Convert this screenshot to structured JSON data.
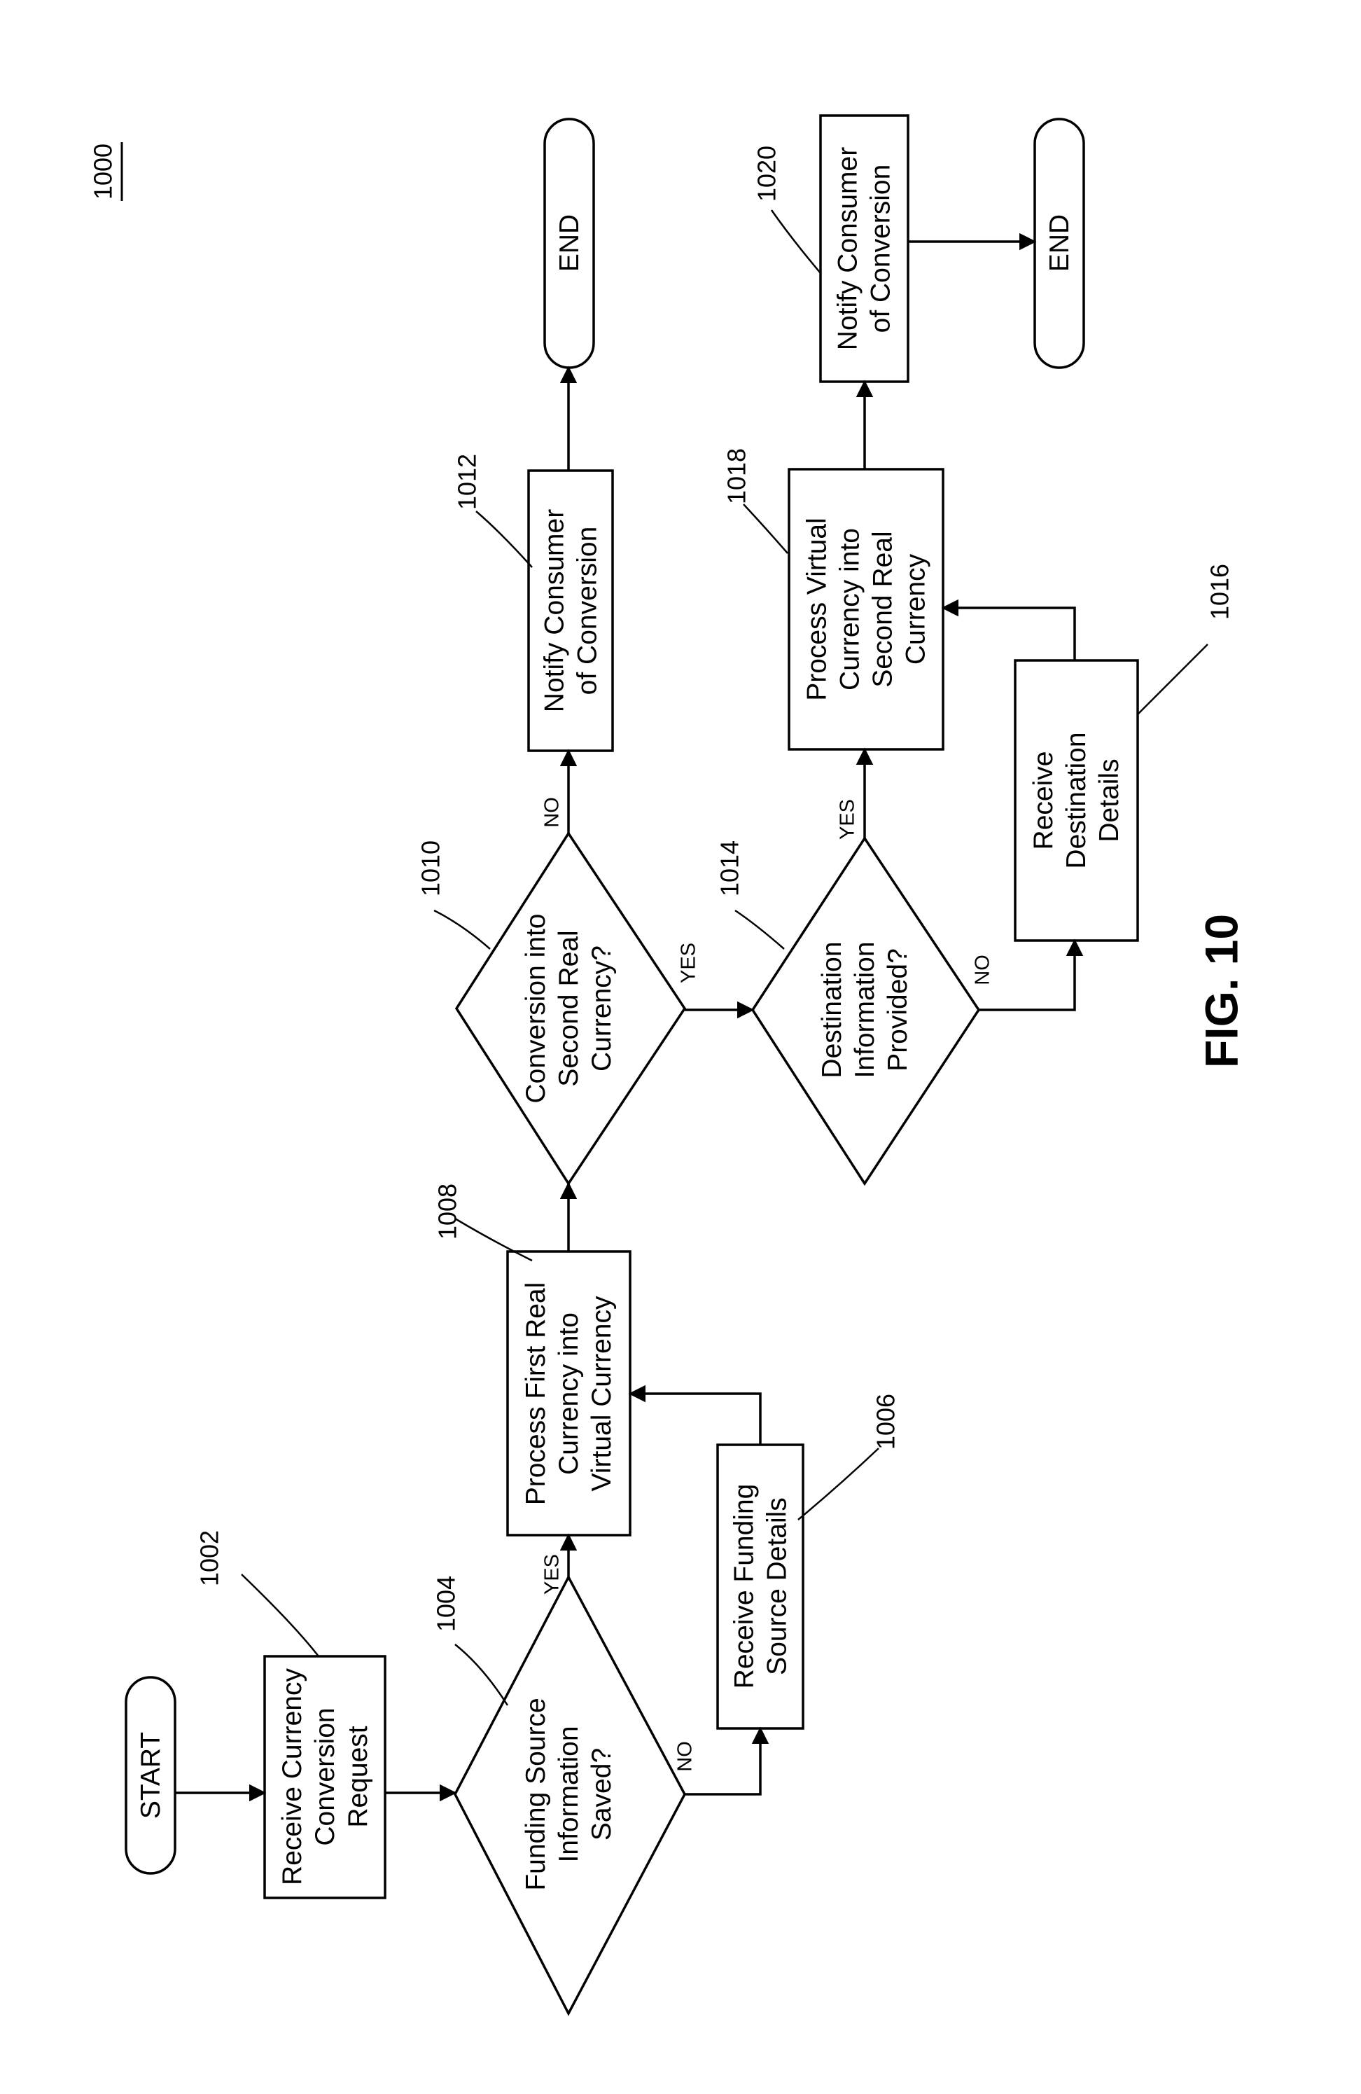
{
  "figure": {
    "number": "1000",
    "caption": "FIG. 10"
  },
  "nodes": {
    "start": {
      "lines": [
        "START"
      ]
    },
    "n1002": {
      "ref": "1002",
      "lines": [
        "Receive Currency",
        "Conversion",
        "Request"
      ]
    },
    "n1004": {
      "ref": "1004",
      "lines": [
        "Funding Source",
        "Information",
        "Saved?"
      ]
    },
    "n1006": {
      "ref": "1006",
      "lines": [
        "Receive Funding",
        "Source Details"
      ]
    },
    "n1008": {
      "ref": "1008",
      "lines": [
        "Process First Real",
        "Currency into",
        "Virtual Currency"
      ]
    },
    "n1010": {
      "ref": "1010",
      "lines": [
        "Conversion into",
        "Second Real",
        "Currency?"
      ]
    },
    "n1012": {
      "ref": "1012",
      "lines": [
        "Notify Consumer",
        "of Conversion"
      ]
    },
    "end1": {
      "lines": [
        "END"
      ]
    },
    "n1014": {
      "ref": "1014",
      "lines": [
        "Destination",
        "Information",
        "Provided?"
      ]
    },
    "n1016": {
      "ref": "1016",
      "lines": [
        "Receive",
        "Destination",
        "Details"
      ]
    },
    "n1018": {
      "ref": "1018",
      "lines": [
        "Process Virtual",
        "Currency into",
        "Second Real",
        "Currency"
      ]
    },
    "n1020": {
      "ref": "1020",
      "lines": [
        "Notify Consumer",
        "of Conversion"
      ]
    },
    "end2": {
      "lines": [
        "END"
      ]
    }
  },
  "branch_labels": {
    "yes_1004": "YES",
    "no_1004": "NO",
    "yes_1010": "YES",
    "no_1010": "NO",
    "yes_1014": "YES",
    "no_1014": "NO"
  }
}
